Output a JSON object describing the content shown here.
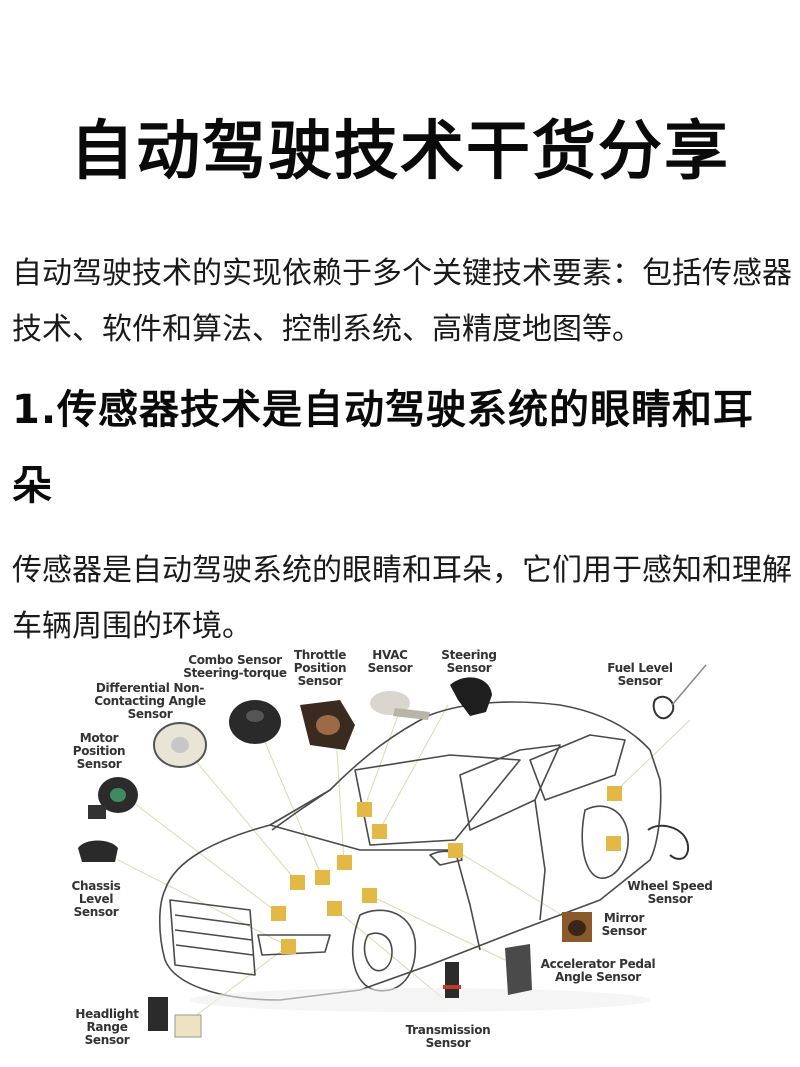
{
  "article": {
    "title": "自动驾驶技术干货分享",
    "intro": "自动驾驶技术的实现依赖于多个关键技术要素：包括传感器技术、软件和算法、控制系统、高精度地图等。",
    "section_heading": "1.传感器技术是自动驾驶系统的眼睛和耳朵",
    "section_body": "传感器是自动驾驶系统的眼睛和耳朵，它们用于感知和理解车辆周围的环境。"
  },
  "diagram": {
    "marker_color": "#e4b845",
    "labels": {
      "combo_sensor": "Combo Sensor Steering-torque",
      "throttle_position": "Throttle Position Sensor",
      "hvac": "HVAC Sensor",
      "steering": "Steering Sensor",
      "fuel_level": "Fuel Level Sensor",
      "differential_angle": "Differential Non-Contacting Angle Sensor",
      "motor_position": "Motor Position Sensor",
      "chassis_level": "Chassis Level Sensor",
      "wheel_speed": "Wheel Speed Sensor",
      "mirror": "Mirror Sensor",
      "accelerator_pedal": "Accelerator Pedal Angle Sensor",
      "headlight_range": "Headlight Range Sensor",
      "transmission": "Transmission Sensor"
    }
  }
}
